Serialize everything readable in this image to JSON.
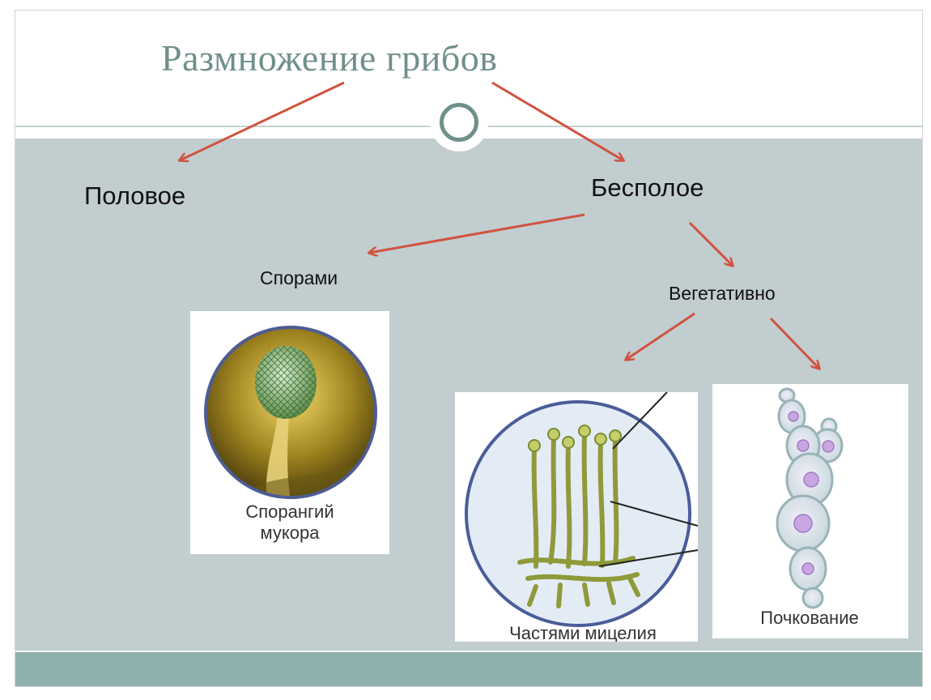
{
  "title": "Размножение грибов",
  "nodes": {
    "sexual": "Половое",
    "asexual": "Бесполое",
    "spores": "Спорами",
    "vegetative": "Вегетативно"
  },
  "panels": {
    "sporangium": {
      "caption_line1": "Спорангий",
      "caption_line2": "мукора"
    },
    "mycelium": {
      "caption": "Частями мицелия"
    },
    "budding": {
      "caption": "Почкование"
    }
  },
  "colors": {
    "title": "#6f8f8b",
    "arrow": "#d0533f",
    "content_bg": "#c2cdd0",
    "footer": "#8fb1ae"
  }
}
